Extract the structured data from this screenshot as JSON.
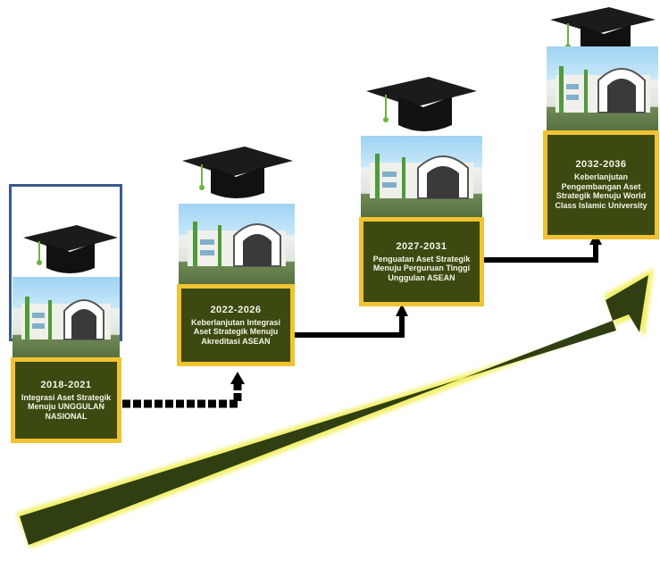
{
  "diagram": {
    "stages": [
      {
        "period": "2018-2021",
        "description": "Integrasi Aset Strategik Menuju UNGGULAN NASIONAL",
        "icons": [
          "graduation-cap-icon",
          "mosque-building-photo"
        ]
      },
      {
        "period": "2022-2026",
        "description": "Keberlanjutan Integrasi Aset Strategik Menuju Akreditasi ASEAN",
        "icons": [
          "graduation-cap-icon",
          "mosque-building-photo"
        ]
      },
      {
        "period": "2027-2031",
        "description": "Penguatan Aset Strategik Menuju Perguruan Tinggi Unggulan ASEAN",
        "icons": [
          "graduation-cap-icon",
          "mosque-building-photo"
        ]
      },
      {
        "period": "2032-2036",
        "description": "Keberlanjutan Pengembangan Aset Strategik Menuju World Class Islamic University",
        "icons": [
          "graduation-cap-icon",
          "mosque-building-photo"
        ]
      }
    ],
    "colors": {
      "label_fill": "#3c4a12",
      "label_border": "#f1c232",
      "arrow_fill": "#2f3f12",
      "arrow_glow": "#f3f06a",
      "connector": "#000000",
      "first_frame": "#3a5a8c"
    }
  }
}
